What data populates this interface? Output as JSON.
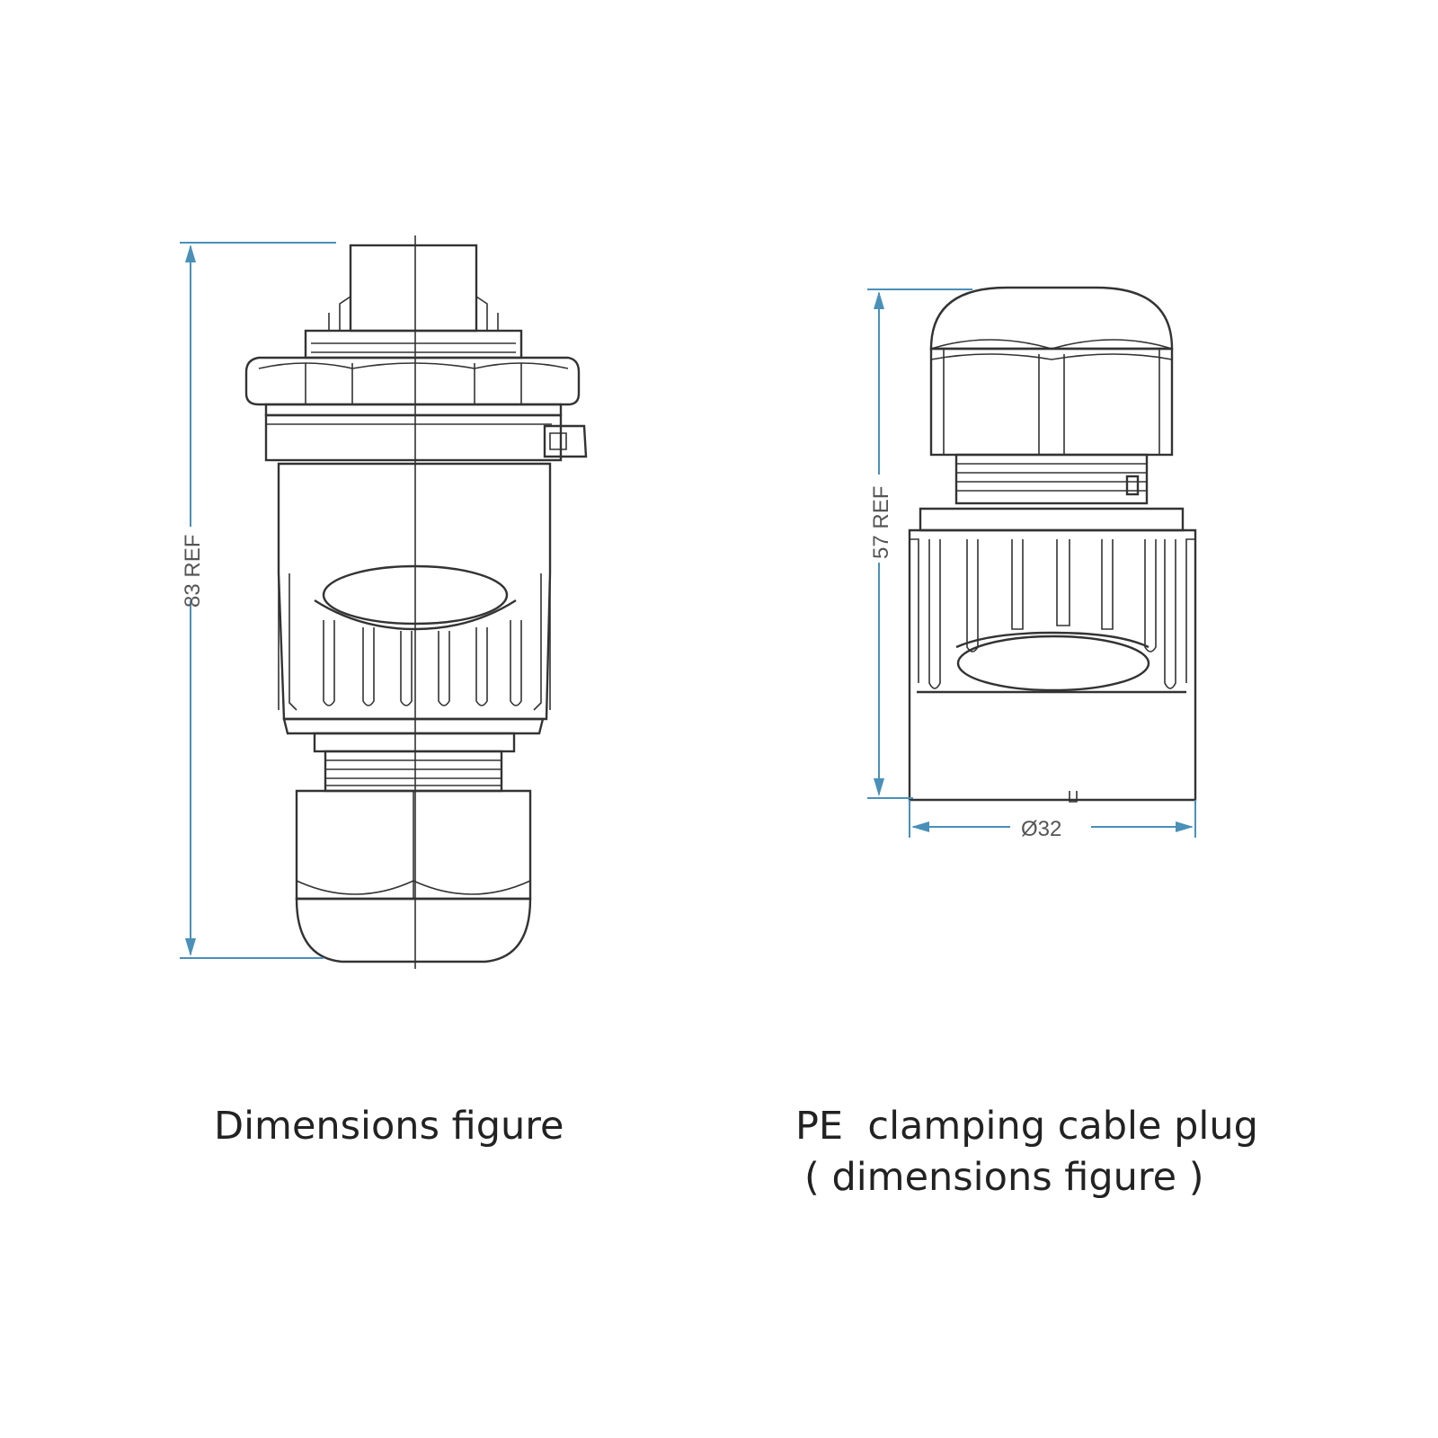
{
  "captions": {
    "left": "Dimensions figure",
    "right_line1": "PE  clamping cable plug",
    "right_line2": "( dimensions figure )"
  },
  "dimensions": {
    "left_height": "83 REF",
    "right_height": "57 REF",
    "right_diameter": "Ø32"
  },
  "colors": {
    "line": "#333333",
    "dimension": "#4a90b8",
    "text": "#222222"
  }
}
